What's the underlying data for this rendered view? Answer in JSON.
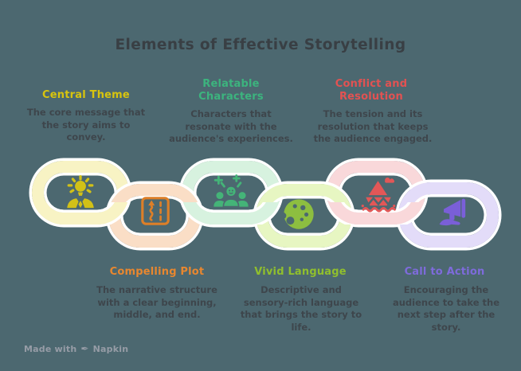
{
  "background_color": "#4c6870",
  "title": {
    "text": "Elements of Effective Storytelling",
    "color": "#393f44"
  },
  "items": [
    {
      "heading": "Central Theme",
      "heading_color": "#d8c40e",
      "description": [
        "The core message that",
        "the story aims to",
        "convey."
      ],
      "link_color": "#f8f3c4",
      "icon": "idea-person-icon",
      "icon_color": "#d2c117",
      "row": "top"
    },
    {
      "heading": "Compelling Plot",
      "heading_color": "#e8872f",
      "description": [
        "The narrative structure",
        "with a clear beginning,",
        "middle, and end."
      ],
      "link_color": "#fadec6",
      "icon": "winding-path-icon",
      "icon_color": "#dd7f28",
      "row": "bottom"
    },
    {
      "heading": [
        "Relatable",
        "Characters"
      ],
      "heading_color": "#3cb47e",
      "description": [
        "Characters that",
        "resonate with the",
        "audience's experiences."
      ],
      "link_color": "#d7f2df",
      "icon": "people-group-icon",
      "icon_color": "#44b478",
      "row": "top"
    },
    {
      "heading": "Vivid Language",
      "heading_color": "#90bf2d",
      "description": [
        "Descriptive and",
        "sensory-rich language",
        "that brings the story to",
        "life."
      ],
      "link_color": "#e7f6c2",
      "icon": "palette-icon",
      "icon_color": "#8dbe40",
      "row": "bottom"
    },
    {
      "heading": [
        "Conflict and",
        "Resolution"
      ],
      "heading_color": "#e25252",
      "description": [
        "The tension and its",
        "resolution that keeps",
        "the audience engaged."
      ],
      "link_color": "#f9d8da",
      "icon": "boat-on-waves-icon",
      "icon_color": "#e25757",
      "row": "top"
    },
    {
      "heading": "Call to Action",
      "heading_color": "#7e6bdb",
      "description": [
        "Encouraging the",
        "audience to take the",
        "next step after the",
        "story."
      ],
      "link_color": "#e3dcf9",
      "icon": "megaphone-hand-icon",
      "icon_color": "#7a5fd8",
      "row": "bottom"
    }
  ],
  "footer": {
    "made_with": "Made with",
    "brand": "Napkin"
  }
}
